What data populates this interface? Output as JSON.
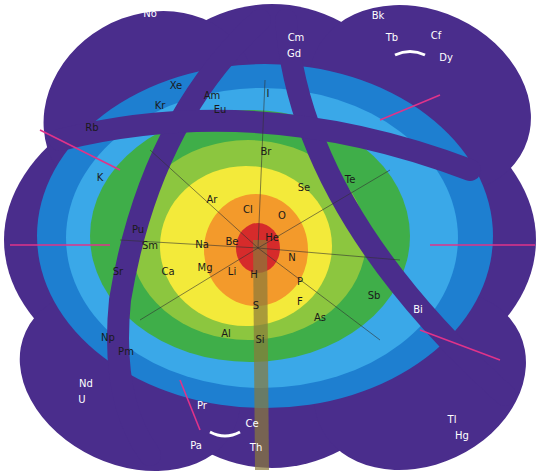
{
  "diagram": {
    "labels": [
      "No",
      "Bk",
      "Tb",
      "Cf",
      "Dy",
      "Cm",
      "Gd",
      "Xe",
      "I",
      "Am",
      "Eu",
      "Kr",
      "Br",
      "Rb",
      "K",
      "Ar",
      "Cl",
      "Se",
      "Te",
      "Na",
      "Pu",
      "Sm",
      "Sr",
      "Ca",
      "Mg",
      "Be",
      "Li",
      "H",
      "He",
      "O",
      "N",
      "P",
      "F",
      "S",
      "As",
      "Al",
      "Si",
      "Sb",
      "Bi",
      "Np",
      "Pm",
      "Nd",
      "U",
      "Pr",
      "Pa",
      "Ce",
      "Th",
      "Tl",
      "Hg"
    ]
  }
}
